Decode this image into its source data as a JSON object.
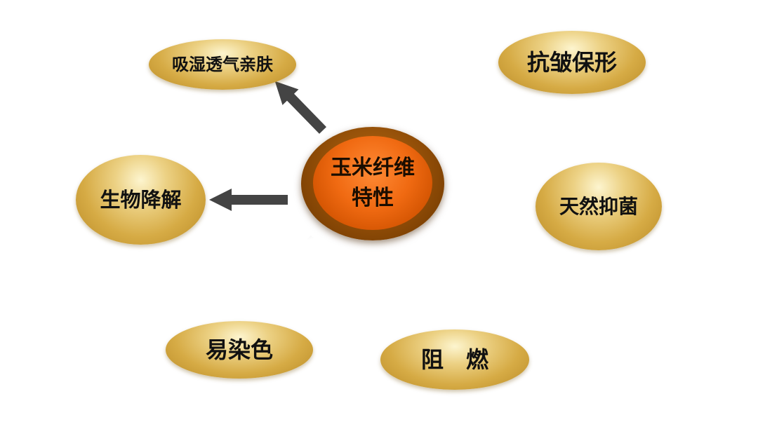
{
  "center": {
    "line1": "玉米纤维",
    "line2": "特性"
  },
  "properties": {
    "top_left": "吸湿透气亲肤",
    "top_right": "抗皱保形",
    "left": "生物降解",
    "right": "天然抑菌",
    "bottom_left": "易染色",
    "bottom_right": "阻　燃"
  }
}
